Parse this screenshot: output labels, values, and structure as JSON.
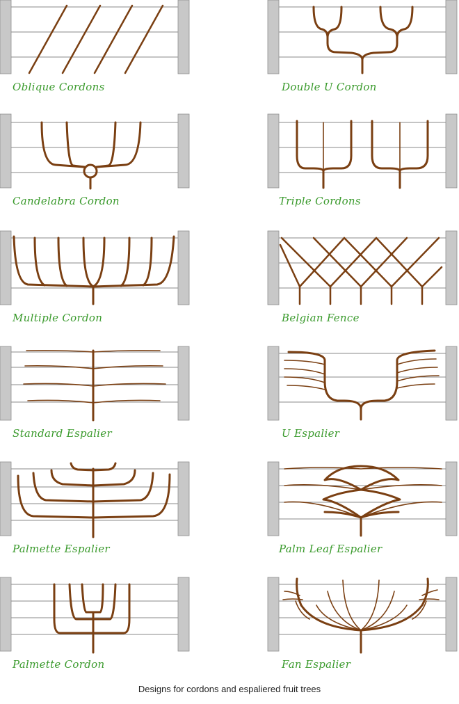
{
  "panels": [
    {
      "id": "oblique-cordons",
      "label": "Oblique Cordons"
    },
    {
      "id": "double-u-cordon",
      "label": "Double U Cordon"
    },
    {
      "id": "candelabra-cordon",
      "label": "Candelabra Cordon"
    },
    {
      "id": "triple-cordons",
      "label": "Triple Cordons"
    },
    {
      "id": "multiple-cordon",
      "label": "Multiple Cordon"
    },
    {
      "id": "belgian-fence",
      "label": "Belgian Fence"
    },
    {
      "id": "standard-espalier",
      "label": "Standard Espalier"
    },
    {
      "id": "u-espalier",
      "label": "U Espalier"
    },
    {
      "id": "palmette-espalier",
      "label": "Palmette Espalier"
    },
    {
      "id": "palm-leaf-espalier",
      "label": "Palm Leaf Espalier"
    },
    {
      "id": "palmette-cordon",
      "label": "Palmette Cordon"
    },
    {
      "id": "fan-espalier",
      "label": "Fan Espalier"
    }
  ],
  "caption": "Designs for cordons and espaliered fruit trees",
  "colors": {
    "branch": "#7a3f12",
    "label": "#3a9a2c",
    "post": "#c8c8c8",
    "wire": "#8a8a8a"
  }
}
